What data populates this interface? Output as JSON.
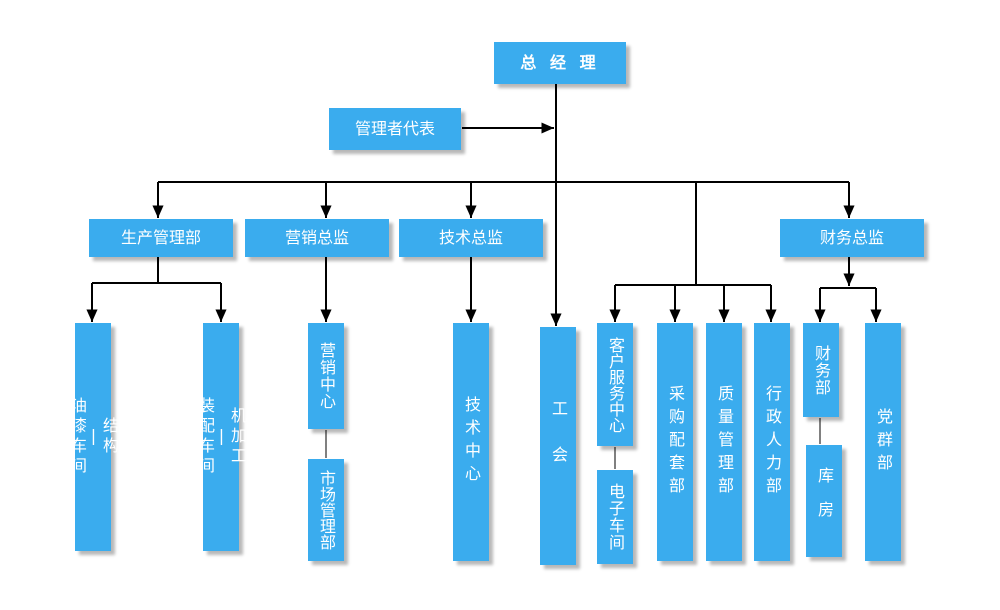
{
  "nodes": {
    "top": "总 经 理",
    "mgmt_rep": "管理者代表",
    "production": "生产管理部",
    "marketing": "营销总监",
    "tech": "技术总监",
    "finance_dir": "财务总监",
    "structure_paint": "结构\n|\n油漆车间",
    "machining": "机加工\n|\n装配车间",
    "marketing_center": "营销中心",
    "market_mgmt": "市场管理部",
    "tech_center": "技术中心",
    "union": "工会",
    "customer_service": "客户服务中心",
    "electronic_workshop": "电子车间",
    "procurement": "采购配套部",
    "quality": "质量管理部",
    "admin_hr": "行政人力部",
    "finance_dept": "财务部",
    "warehouse": "库房",
    "party": "党群部"
  },
  "colors": {
    "box": "#3aacee",
    "line": "#000000",
    "text": "#ffffff"
  }
}
